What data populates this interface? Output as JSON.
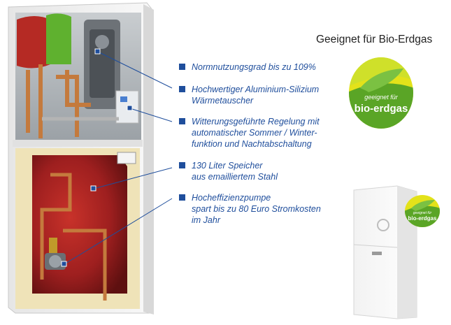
{
  "header": {
    "title": "Geeignet für Bio-Erdgas"
  },
  "seal": {
    "line1": "geeignet für",
    "line2": "bio-erdgas"
  },
  "features": [
    {
      "text": "Normnutzungsgrad bis zu 109%"
    },
    {
      "text": "Hochwertiger Aluminium-Silizium\nWärmetauscher"
    },
    {
      "text": "Witterungsgeführte Regelung mit\nautomatischer Sommer / Winter-\nfunktion und Nachtabschaltung"
    },
    {
      "text": "130 Liter Speicher\naus emailliertem Stahl"
    },
    {
      "text": "Hocheffizienzpumpe\nspart bis zu 80 Euro Stromkosten\nim Jahr"
    }
  ],
  "colors": {
    "accent": "#1f4e9c",
    "tank_red": "#9e1f1f",
    "seal_green": "#5aa526",
    "seal_yellow": "#e3e21a"
  },
  "icons": [
    "square-bullet-icon",
    "bio-erdgas-seal-icon"
  ]
}
